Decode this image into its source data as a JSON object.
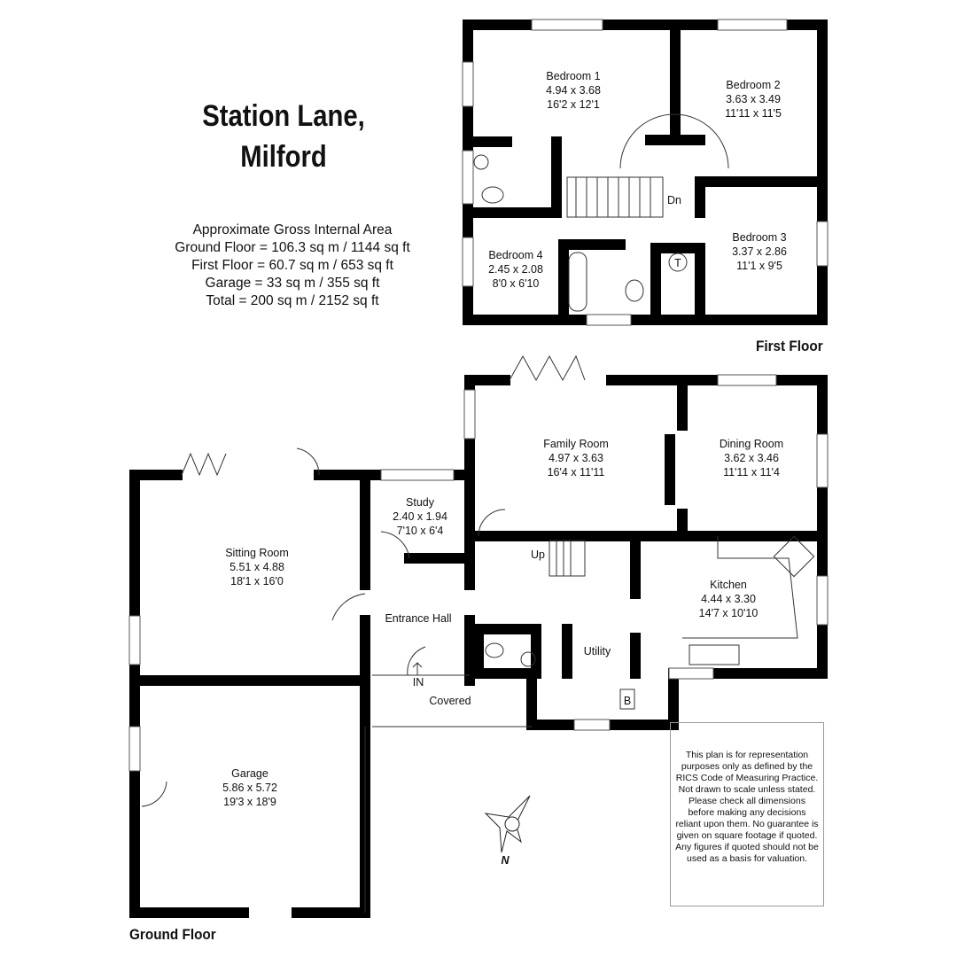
{
  "title": {
    "line1": "Station Lane,",
    "line2": "Milford"
  },
  "area": {
    "heading": "Approximate Gross Internal Area",
    "ground_floor": "Ground Floor = 106.3 sq m / 1144 sq ft",
    "first_floor": "First Floor = 60.7 sq m / 653 sq ft",
    "garage": "Garage = 33 sq m / 355 sq ft",
    "total": "Total = 200 sq m / 2152 sq ft"
  },
  "floors": {
    "first": "First Floor",
    "ground": "Ground Floor"
  },
  "first_floor_rooms": [
    {
      "name": "Bedroom 1",
      "metric": "4.94 x 3.68",
      "imperial": "16'2 x 12'1"
    },
    {
      "name": "Bedroom 2",
      "metric": "3.63 x 3.49",
      "imperial": "11'11 x 11'5"
    },
    {
      "name": "Bedroom 3",
      "metric": "3.37 x 2.86",
      "imperial": "11'1 x 9'5"
    },
    {
      "name": "Bedroom 4",
      "metric": "2.45 x 2.08",
      "imperial": "8'0 x 6'10"
    }
  ],
  "ground_floor_rooms": [
    {
      "name": "Family Room",
      "metric": "4.97 x 3.63",
      "imperial": "16'4 x 11'11"
    },
    {
      "name": "Dining Room",
      "metric": "3.62 x 3.46",
      "imperial": "11'11 x 11'4"
    },
    {
      "name": "Study",
      "metric": "2.40 x 1.94",
      "imperial": "7'10 x 6'4"
    },
    {
      "name": "Sitting Room",
      "metric": "5.51 x 4.88",
      "imperial": "18'1 x 16'0"
    },
    {
      "name": "Kitchen",
      "metric": "4.44 x 3.30",
      "imperial": "14'7 x 10'10"
    },
    {
      "name": "Garage",
      "metric": "5.86 x 5.72",
      "imperial": "19'3 x 18'9"
    }
  ],
  "labels": {
    "dn": "Dn",
    "up": "Up",
    "t": "T",
    "b": "B",
    "in": "IN",
    "entrance_hall": "Entrance Hall",
    "utility": "Utility",
    "covered": "Covered",
    "north": "N"
  },
  "disclaimer": "This plan is for representation purposes only as defined by the RICS Code of Measuring Practice. Not drawn to scale unless stated. Please check all dimensions before making any decisions reliant upon them. No guarantee is given on square footage if quoted. Any figures if quoted should not be used as a basis for valuation."
}
